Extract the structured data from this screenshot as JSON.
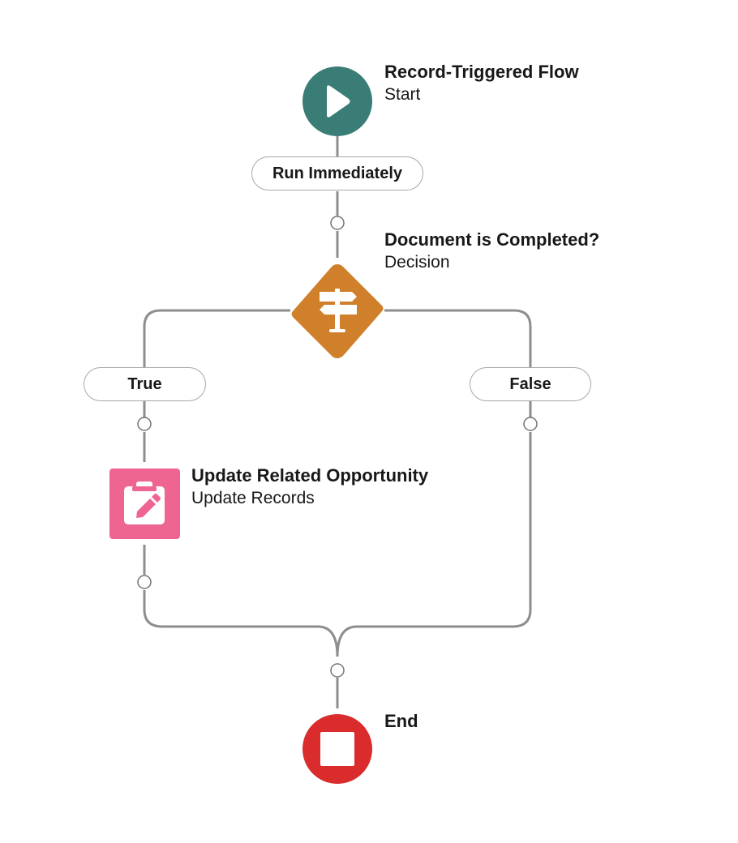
{
  "flow": {
    "start": {
      "title": "Record-Triggered Flow",
      "subtitle": "Start",
      "icon": "play-icon",
      "color": "#3a7d77"
    },
    "schedule_path": {
      "label": "Run Immediately"
    },
    "decision": {
      "title": "Document is Completed?",
      "subtitle": "Decision",
      "icon": "signpost-icon",
      "color": "#d07f2b"
    },
    "branches": {
      "true_label": "True",
      "false_label": "False"
    },
    "update_records": {
      "title": "Update Related Opportunity",
      "subtitle": "Update Records",
      "icon": "clipboard-edit-icon",
      "color": "#ef6591"
    },
    "end": {
      "title": "End",
      "icon": "stop-icon",
      "color": "#da2c2c"
    }
  }
}
